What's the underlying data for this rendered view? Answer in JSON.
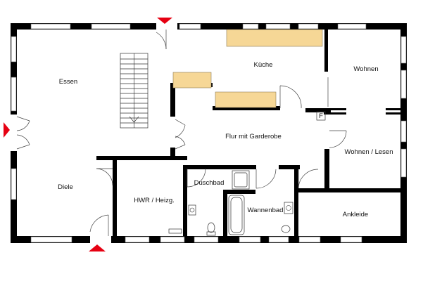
{
  "floorplan": {
    "rooms": {
      "essen": "Essen",
      "kueche": "Küche",
      "wohnen": "Wohnen",
      "flur": "Flur mit Garderobe",
      "wohnen_lesen": "Wohnen / Lesen",
      "diele": "Diele",
      "hwr": "HWR / Heizg.",
      "duschbad": "Duschbad",
      "wannenbad": "Wannenbad",
      "ankleide": "Ankleide"
    },
    "markers": {
      "fridge": "F"
    },
    "colors": {
      "wall": "#000000",
      "counter": "#f6d796",
      "entry_marker": "#e60012"
    }
  }
}
